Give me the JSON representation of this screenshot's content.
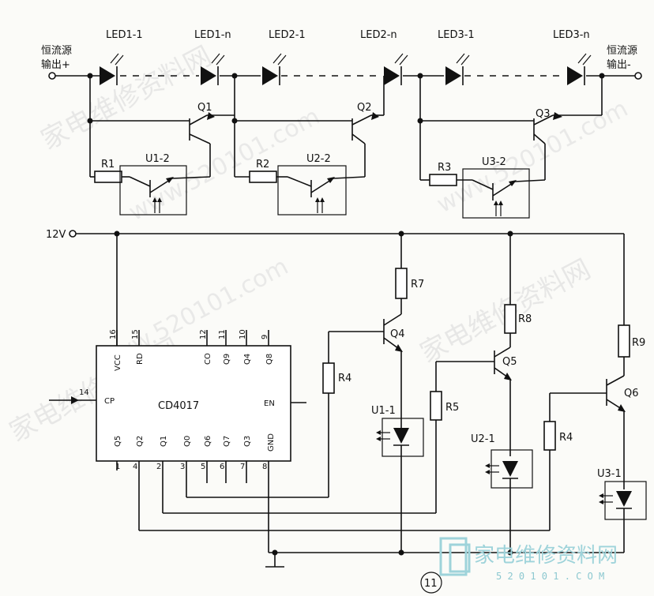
{
  "labels": {
    "in_plus": [
      "恒流源",
      "输出+"
    ],
    "out_minus": [
      "恒流源",
      "输出-"
    ],
    "leds": [
      "LED1-1",
      "LED1-n",
      "LED2-1",
      "LED2-n",
      "LED3-1",
      "LED3-n"
    ],
    "transistors_top": [
      "Q1",
      "Q2",
      "Q3"
    ],
    "resistors_top": [
      "R1",
      "R2",
      "R3"
    ],
    "optos_top": [
      "U1-2",
      "U2-2",
      "U3-2"
    ],
    "supply": "12V",
    "ic_name": "CD4017",
    "ic_pins_top": [
      {
        "num": "16",
        "name": "VCC"
      },
      {
        "num": "15",
        "name": "RD"
      },
      {
        "num": "12",
        "name": "CO"
      },
      {
        "num": "11",
        "name": "Q9"
      },
      {
        "num": "10",
        "name": "Q4"
      },
      {
        "num": "9",
        "name": "Q8"
      }
    ],
    "ic_pins_bottom": [
      {
        "num": "1",
        "name": "Q5"
      },
      {
        "num": "4",
        "name": "Q2"
      },
      {
        "num": "2",
        "name": "Q1"
      },
      {
        "num": "3",
        "name": "Q0"
      },
      {
        "num": "5",
        "name": "Q6"
      },
      {
        "num": "6",
        "name": "Q7"
      },
      {
        "num": "7",
        "name": "Q3"
      },
      {
        "num": "8",
        "name": "GND"
      }
    ],
    "ic_cp": {
      "num": "14",
      "name": "CP"
    },
    "ic_en": "EN",
    "transistors_bottom": [
      "Q4",
      "Q5",
      "Q6"
    ],
    "resistors_collector": [
      "R7",
      "R8",
      "R9"
    ],
    "resistors_base": [
      "R4",
      "R5",
      "R4"
    ],
    "optos_bottom": [
      "U1-1",
      "U2-1",
      "U3-1"
    ],
    "figure_number": "11"
  },
  "watermarks": [
    "家电维修资料网",
    "www.520101.com",
    "家电维修资料网",
    "www.520101.com",
    "家电维修资料网",
    "www.520101.com"
  ],
  "logo": {
    "text": "家电维修资料网",
    "url": "5 2 0 1 0 1 . C O M"
  }
}
